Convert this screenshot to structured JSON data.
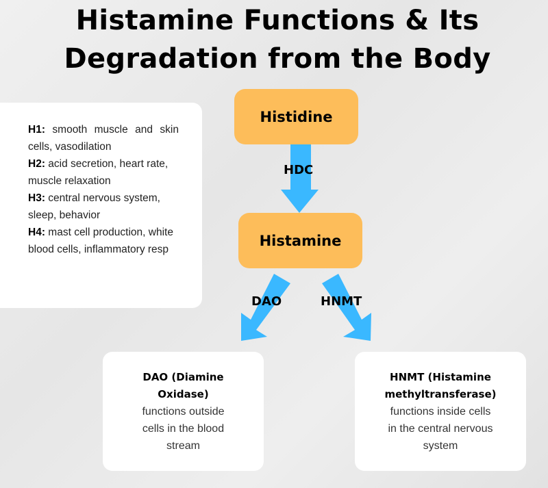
{
  "title": {
    "line1": "Histamine Functions & Its",
    "line2": "Degradation from the Body"
  },
  "receptors": [
    {
      "label": "H1:",
      "text": "smooth muscle and skin cells, vasodilation"
    },
    {
      "label": "H2:",
      "text": "acid secretion, heart rate, muscle relaxation"
    },
    {
      "label": "H3:",
      "text": "central nervous system, sleep, behavior"
    },
    {
      "label": "H4:",
      "text": "mast cell production, white blood cells, inflammatory resp"
    }
  ],
  "nodes": {
    "histidine": "Histidine",
    "histamine": "Histamine"
  },
  "enzymes": {
    "hdc": "HDC",
    "dao": "DAO",
    "hnmt": "HNMT"
  },
  "outcomes": {
    "dao": {
      "title1": "DAO (Diamine",
      "title2": "Oxidase)",
      "desc1": "functions outside",
      "desc2": "cells in the blood",
      "desc3": "stream"
    },
    "hnmt": {
      "title1": "HNMT (Histamine",
      "title2": "methyltransferase)",
      "desc1": "functions inside cells",
      "desc2": "in the central nervous",
      "desc3": "system"
    }
  },
  "colors": {
    "node": "#fdbd5a",
    "arrow": "#3ab8ff"
  }
}
